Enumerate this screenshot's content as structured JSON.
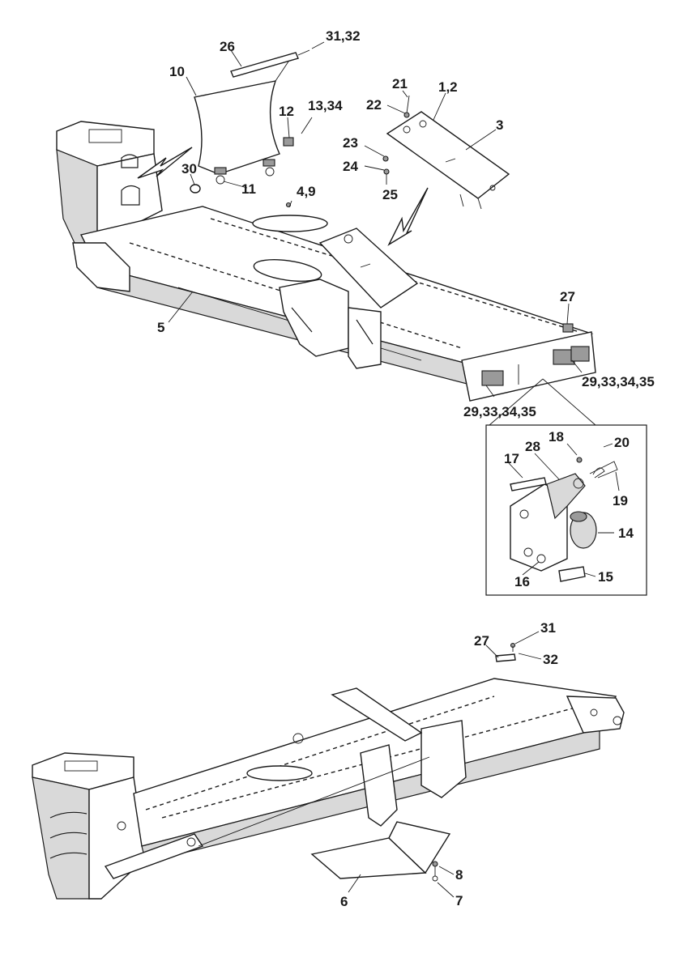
{
  "callouts": {
    "c26": "26",
    "c31_32_top": "31,32",
    "c10": "10",
    "c12": "12",
    "c13_34": "13,34",
    "c21": "21",
    "c1_2": "1,2",
    "c22": "22",
    "c3": "3",
    "c23": "23",
    "c24": "24",
    "c25": "25",
    "c30": "30",
    "c11": "11",
    "c4_9": "4,9",
    "c5": "5",
    "c27_top": "27",
    "c29_right": "29,33,34,35",
    "c29_left": "29,33,34,35",
    "c18": "18",
    "c20": "20",
    "c28": "28",
    "c17": "17",
    "c19": "19",
    "c14": "14",
    "c16": "16",
    "c15": "15",
    "c31_bottom": "31",
    "c27_bottom": "27",
    "c32_bottom": "32",
    "c8": "8",
    "c6": "6",
    "c7": "7"
  },
  "colors": {
    "line": "#1a1a1a",
    "fill": "#ffffff",
    "shade": "#d9d9d9"
  }
}
